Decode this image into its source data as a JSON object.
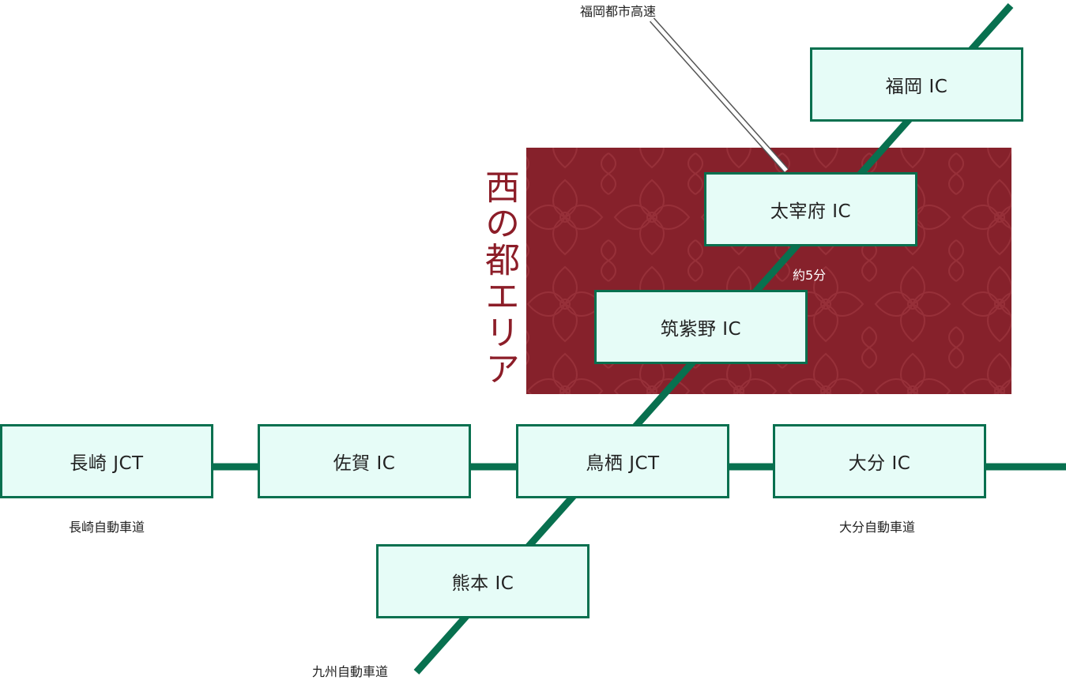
{
  "colors": {
    "road": "#08704f",
    "box_fill": "#e6fcf7",
    "box_border": "#08704f",
    "area_fill": "#86212b",
    "area_title": "#8c1d28",
    "urban_expressway": "#555555"
  },
  "area": {
    "title": "西の都エリア"
  },
  "interchanges": {
    "fukuoka": "福岡 IC",
    "dazaifu": "太宰府 IC",
    "chikushino": "筑紫野 IC",
    "nagasaki": "長崎 JCT",
    "saga": "佐賀 IC",
    "tosu": "鳥栖 JCT",
    "oita": "大分 IC",
    "kumamoto": "熊本 IC"
  },
  "roads": {
    "fukuoka_urban": "福岡都市高速",
    "nagasaki_expressway": "長崎自動車道",
    "oita_expressway": "大分自動車道",
    "kyushu_expressway": "九州自動車道"
  },
  "travel_time": "約5分"
}
